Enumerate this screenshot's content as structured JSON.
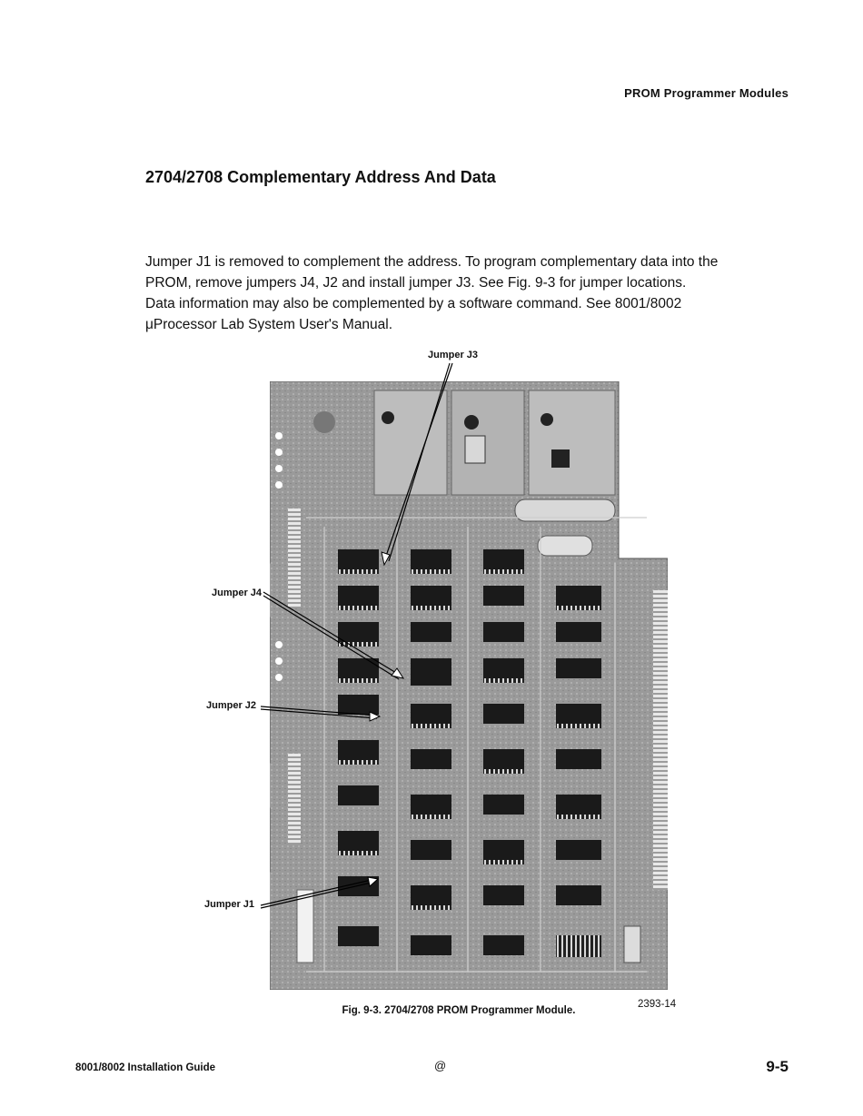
{
  "header": {
    "section": "PROM Programmer Modules"
  },
  "section_title": "2704/2708 Complementary Address And Data",
  "paragraph_lines": [
    "Jumper J1 is removed to complement the address. To program complementary data into the",
    "PROM, remove jumpers J4, J2 and install jumper J3. See Fig. 9-3 for jumper locations.",
    "Data information may also be complemented by a software command. See 8001/8002",
    "μProcessor Lab System User's Manual."
  ],
  "figure": {
    "labels": {
      "j3": "Jumper J3",
      "j4": "Jumper J4",
      "j2": "Jumper J2",
      "j1": "Jumper J1"
    },
    "number": "2393-14",
    "caption": "Fig. 9-3. 2704/2708 PROM Programmer Module."
  },
  "footer": {
    "left": "8001/8002 Installation Guide",
    "center": "@",
    "page": "9-5"
  }
}
